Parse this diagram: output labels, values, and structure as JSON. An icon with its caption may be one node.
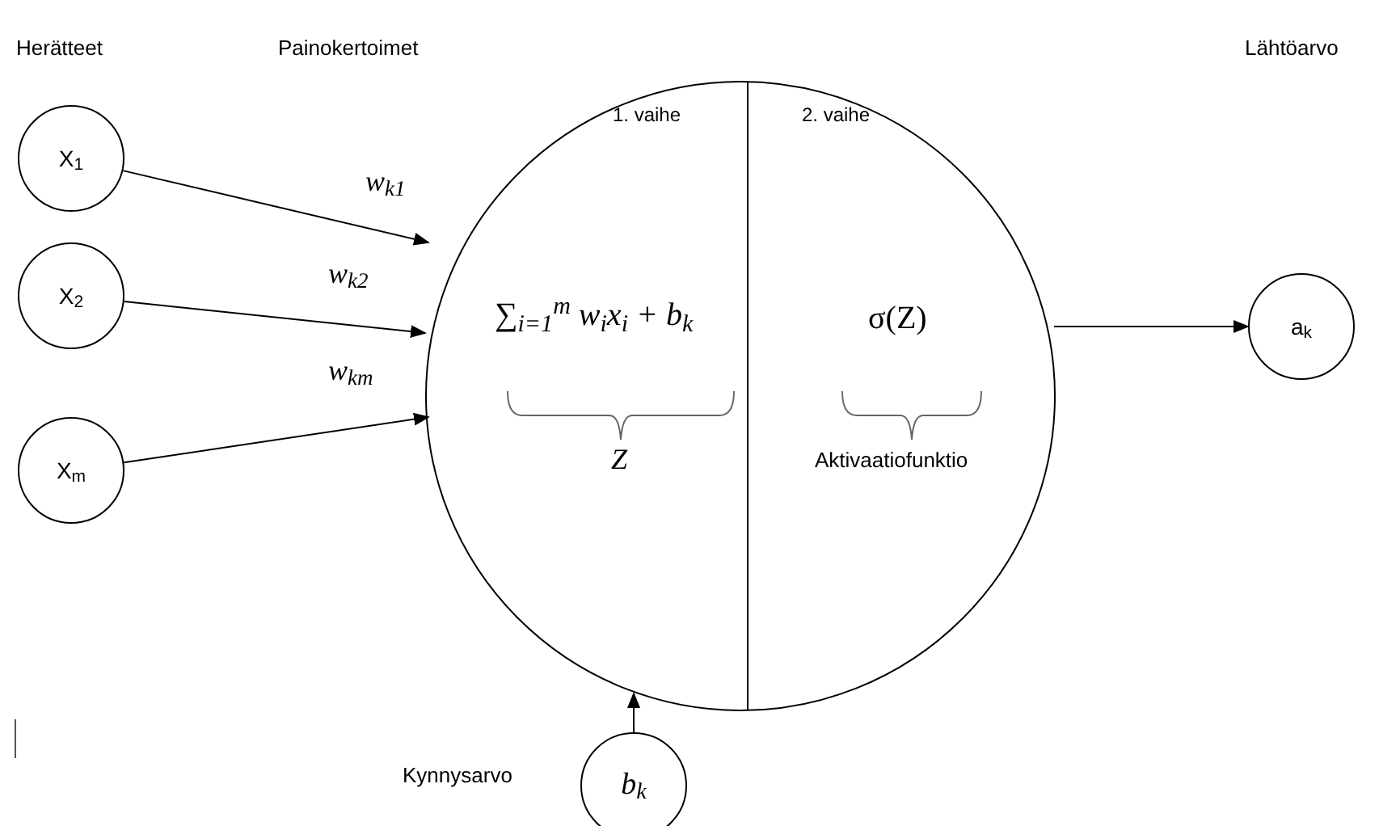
{
  "diagram": {
    "nodes": [
      {
        "text": [
          "X$_{1}$"
        ]
      },
      {
        "text": [
          "X$_{2}$"
        ]
      },
      {
        "text": [
          "X$_{m}$"
        ]
      },
      {
        "text": [
          "1. vaihe",
          "2. vaihe",
          "∑$_{i=1}$$^{m}$ w$_{i}$x$_{i}$ + b$_{k}$",
          "σ(Z)",
          "Z",
          "Aktivaatiofunktio"
        ]
      },
      {
        "text": [
          "a$_{k}$"
        ]
      },
      {
        "text": [
          "b$_{k}$"
        ],
        "beside": [
          "Kynnysarvo"
        ]
      }
    ],
    "edges": [
      {
        "from": 0,
        "to": 3,
        "arrow": "to",
        "label": "w$_{k1}$"
      },
      {
        "from": 1,
        "to": 3,
        "arrow": "to",
        "label": "w$_{k2}$"
      },
      {
        "from": 2,
        "to": 3,
        "arrow": "to",
        "label": "w$_{km}$"
      },
      {
        "from": 3,
        "to": 4,
        "arrow": "to"
      },
      {
        "from": 5,
        "to": 3,
        "arrow": "to"
      }
    ],
    "labels": [
      "Herätteet",
      "Painokertoimet",
      "Lähtöarvo"
    ]
  }
}
